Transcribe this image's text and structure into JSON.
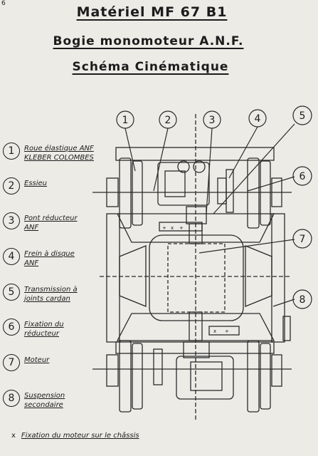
{
  "page_number": "6",
  "titles": {
    "line1": "Matériel MF 67 B1",
    "line2": "Bogie monomoteur A.N.F.",
    "line3": "Schéma Cinématique"
  },
  "legend": [
    {
      "num": "1",
      "lines": [
        "Roue élastique ANF",
        "KLEBER COLOMBES"
      ]
    },
    {
      "num": "2",
      "lines": [
        "Essieu"
      ]
    },
    {
      "num": "3",
      "lines": [
        "Pont réducteur",
        "ANF"
      ]
    },
    {
      "num": "4",
      "lines": [
        "Frein à disque",
        "ANF"
      ]
    },
    {
      "num": "5",
      "lines": [
        "Transmission à",
        "joints cardan"
      ]
    },
    {
      "num": "6",
      "lines": [
        "Fixation du",
        "réducteur"
      ]
    },
    {
      "num": "7",
      "lines": [
        "Moteur"
      ]
    },
    {
      "num": "8",
      "lines": [
        "Suspension",
        "secondaire"
      ]
    }
  ],
  "callouts": [
    "1",
    "2",
    "3",
    "4",
    "5",
    "6",
    "7",
    "8"
  ],
  "footnote": {
    "marker": "x",
    "text": "Fixation du moteur sur le châssis"
  },
  "drawing_marks": [
    "+",
    "x",
    "+",
    "x",
    "+"
  ]
}
